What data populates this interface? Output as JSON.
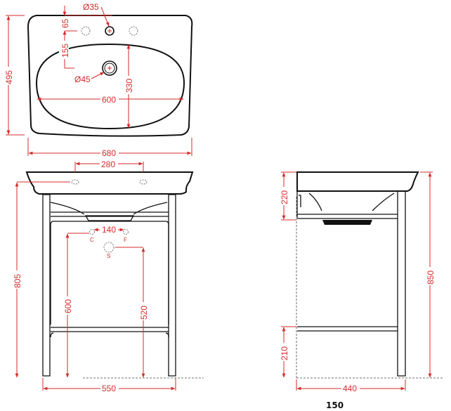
{
  "colors": {
    "dimension": "#d42b2b",
    "outline": "#111111",
    "background": "#ffffff"
  },
  "top_view": {
    "tap_hole_diameter": "Ø35",
    "waste_diameter": "Ø45",
    "tap_hole_offset": "65",
    "waste_offset": "155",
    "overall_depth": "495",
    "bowl_depth": "330",
    "bowl_width": "600",
    "overall_width": "680"
  },
  "front_view": {
    "tap_spacing": "280",
    "supply_spacing": "140",
    "supply_cold_label": "C",
    "supply_hot_label": "F",
    "waste_label": "S",
    "rim_height": "805",
    "supply_height": "600",
    "waste_height": "520",
    "leg_span": "550"
  },
  "side_view": {
    "basin_height": "220",
    "overall_height": "850",
    "shelf_height": "210",
    "leg_depth": "440"
  },
  "product_code": "150"
}
